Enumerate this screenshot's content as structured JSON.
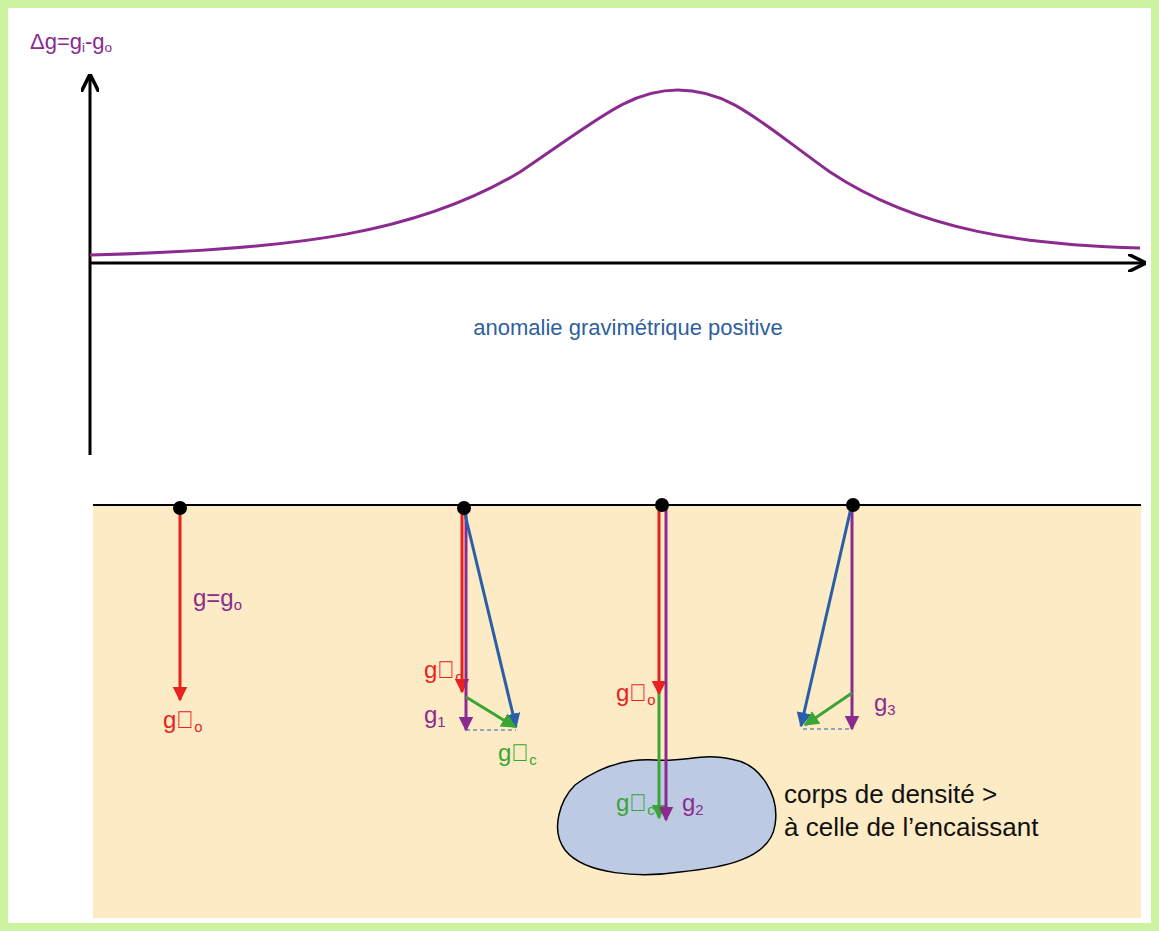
{
  "diagram": {
    "labels": [
      "Δg=gi-go",
      "anomalie gravimétrique positive",
      "g=go",
      "g⃗o",
      "g⃗o",
      "g1",
      "g⃗c",
      "g⃗o",
      "g⃗c",
      "g2",
      "g3",
      "corps de densité > à celle de l’encaissant"
    ]
  }
}
